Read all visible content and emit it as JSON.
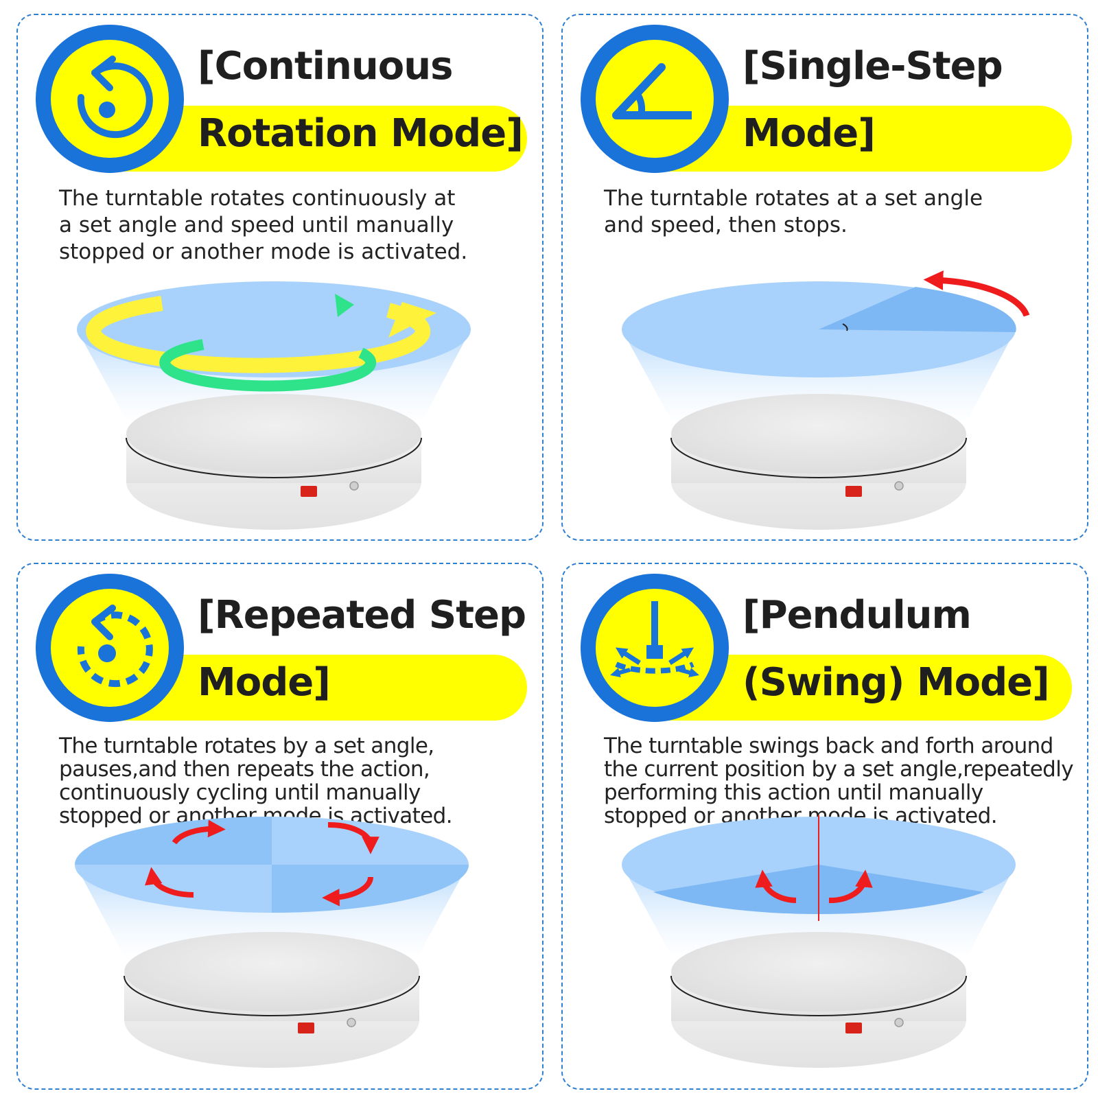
{
  "colors": {
    "badge_ring": "#1a73d9",
    "accent_yellow": "#ffff00",
    "platform_light_blue": "#a8d2fb",
    "sector_blue": "#7db8f5",
    "arrow_red": "#ee1c1c",
    "arrow_green": "#2ee38a",
    "arrow_yellow": "#fff23a",
    "panel_border": "#2f7fd0"
  },
  "modes": [
    {
      "icon": "continuous-rotation-icon",
      "title_line1": "[Continuous",
      "title_line2": "Rotation Mode]",
      "description": [
        "The turntable rotates continuously at",
        "a set angle and speed until manually",
        "stopped or another mode is activated."
      ]
    },
    {
      "icon": "angle-icon",
      "title_line1": "[Single-Step",
      "title_line2": "Mode]",
      "description": [
        "The turntable rotates at a set angle",
        "and speed, then stops."
      ]
    },
    {
      "icon": "dashed-rotation-icon",
      "title_line1": "[Repeated Step",
      "title_line2": "Mode]",
      "description": [
        "The turntable rotates by a set angle,",
        "pauses,and then repeats the action,",
        "continuously cycling until manually",
        "stopped or another mode is activated."
      ]
    },
    {
      "icon": "pendulum-icon",
      "title_line1": "[Pendulum",
      "title_line2": "(Swing) Mode]",
      "description": [
        "The turntable swings back and forth around",
        "the current position by a set angle,repeatedly",
        "performing this action until manually",
        "stopped or another mode is activated."
      ]
    }
  ]
}
